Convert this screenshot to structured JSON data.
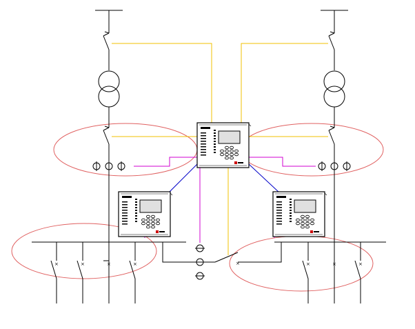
{
  "colors": {
    "line": "#000000",
    "signal_yellow": "#f0c000",
    "signal_magenta": "#d000d0",
    "comm_blue": "#0000c8",
    "ellipse_red": "#e06060",
    "device_body": "#ffffff",
    "device_screen": "#e0e0e0",
    "device_logo": "#cc0000"
  },
  "devices": [
    {
      "id": "central-relay",
      "role": "central protection relay",
      "logo_icon": "brand-logo-icon"
    },
    {
      "id": "left-relay",
      "role": "left feeder relay",
      "logo_icon": "brand-logo-icon"
    },
    {
      "id": "right-relay",
      "role": "right feeder relay",
      "logo_icon": "brand-logo-icon"
    }
  ],
  "symbols": {
    "transformer": "two-winding-transformer-icon",
    "current_transformer": "current-transformer-icon",
    "breaker": "circuit-breaker-icon",
    "busbar": "busbar-line"
  }
}
